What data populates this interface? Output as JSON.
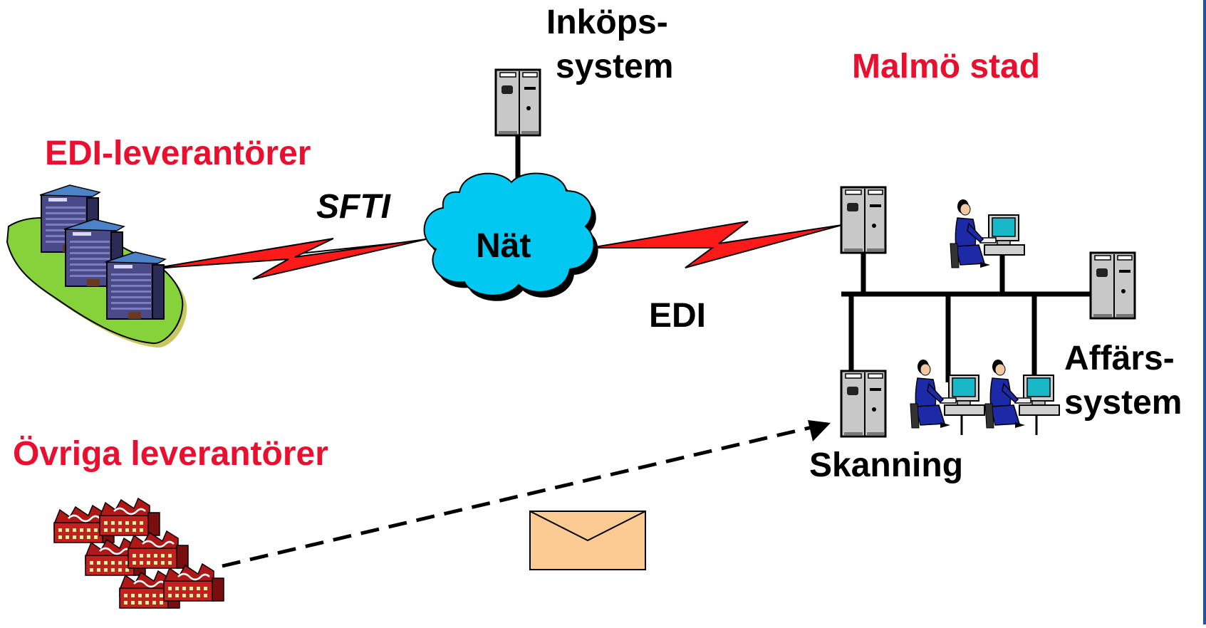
{
  "labels": {
    "edi_suppliers": "EDI-leverantörer",
    "sfti": "SFTI",
    "network": "Nät",
    "edi": "EDI",
    "purchasing_line1": "Inköps-",
    "purchasing_line2": "system",
    "malmo": "Malmö stad",
    "business_line1": "Affärs-",
    "business_line2": "system",
    "scanning": "Skanning",
    "other_suppliers": "Övriga leverantörer"
  },
  "colors": {
    "label_red": "#e8102e",
    "cloud": "#00c8f0",
    "lightning": "#ff1a1a",
    "envelope": "#fccb94",
    "server_body": "#c8c8c8",
    "factory": "#b01818",
    "building": "#4a4a88",
    "lawn": "#86d23a",
    "operator": "#1c2aa8"
  },
  "icons": [
    "server-icon",
    "cloud-icon",
    "lightning-icon",
    "envelope-icon",
    "office-building-icon",
    "factory-icon",
    "operator-workstation-icon"
  ]
}
